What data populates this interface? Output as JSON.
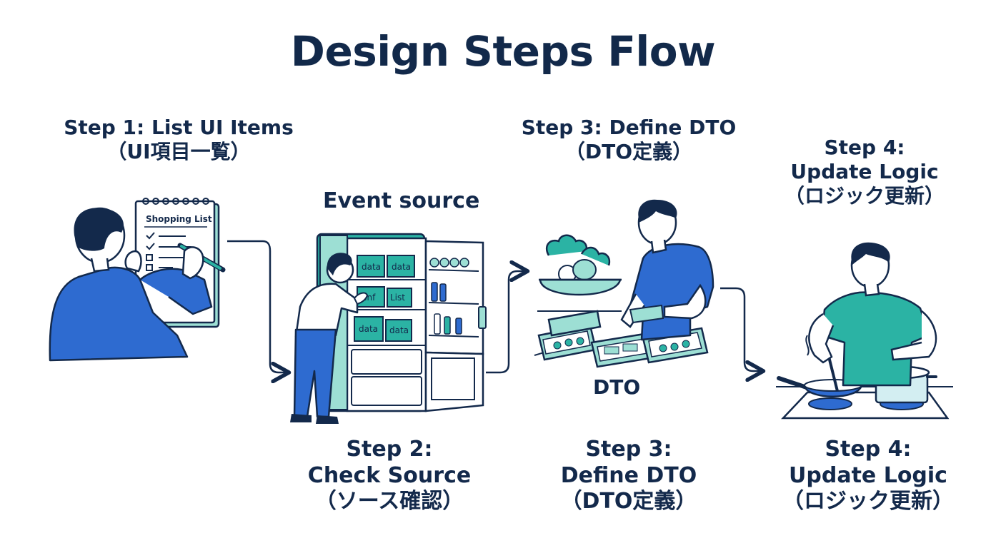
{
  "title": "Design Steps Flow",
  "steps": [
    {
      "line1": "Step 1: List UI Items",
      "line2": "（UI項目一覧）"
    },
    {
      "line1": "Step 2:",
      "line2": "Check Source",
      "line3": "（ソース確認）"
    },
    {
      "top_line1": "Step 3: Define DTO",
      "top_line2": "（DTO定義）",
      "line1": "Step 3:",
      "line2": "Define DTO",
      "line3": "（DTO定義）"
    },
    {
      "top_line1": "Step 4:",
      "top_line2": "Update Logic",
      "top_line3": "（ロジック更新）",
      "line1": "Step 4:",
      "line2": "Update Logic",
      "line3": "（ロジック更新）"
    }
  ],
  "labels": {
    "event_source": "Event source",
    "dto": "DTO",
    "notepad_title": "Shopping List",
    "fridge_tags": [
      "data",
      "data",
      "Inf",
      "List",
      "data",
      "data"
    ]
  },
  "colors": {
    "navy": "#13294b",
    "blue": "#2e6bd0",
    "teal": "#2bb3a4",
    "teal_light": "#9ddfd4"
  }
}
